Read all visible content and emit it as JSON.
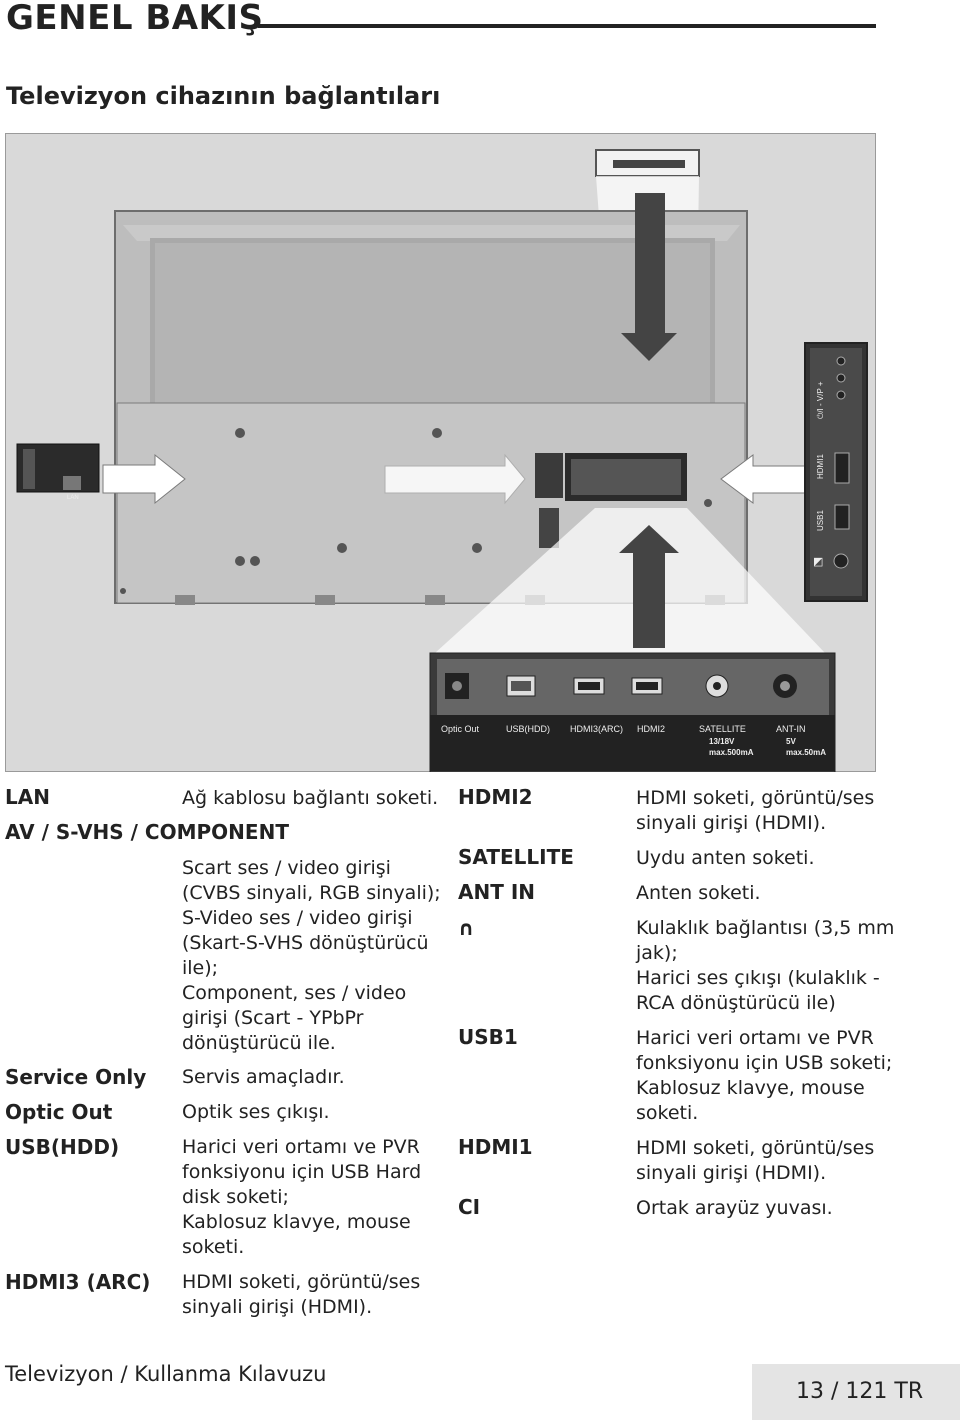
{
  "header": {
    "title": "GENEL BAKIŞ",
    "section": "Televizyon cihazının bağlantıları"
  },
  "figure": {
    "panel_labels": {
      "lan": "LAN",
      "usb1": "USB1",
      "hdmi1": "HDMI1",
      "vp": "⏻/I  -  V/P  +"
    },
    "ports": [
      {
        "label": "Optic Out",
        "sub": []
      },
      {
        "label": "USB(HDD)",
        "sub": []
      },
      {
        "label": "HDMI3(ARC)",
        "sub": []
      },
      {
        "label": "HDMI2",
        "sub": []
      },
      {
        "label": "SATELLITE",
        "sub": [
          "13/18V",
          "max.500mA"
        ]
      },
      {
        "label": "ANT-IN",
        "sub": [
          "5V",
          "max.50mA"
        ]
      }
    ]
  },
  "left_column": [
    {
      "label": "LAN",
      "desc": [
        "Ağ kablosu bağlantı soketi."
      ]
    },
    {
      "label": "AV / S-VHS / COMPONENT",
      "desc": [
        "Scart ses / video girişi",
        "(CVBS sinyali, RGB sinyali);",
        "S-Video ses / video girişi",
        "(Skart-S-VHS dönüştürücü",
        "ile);",
        "Component, ses / video",
        "girişi (Scart - YPbPr",
        "dönüştürücü ile."
      ]
    },
    {
      "label": "Service Only",
      "desc": [
        "Servis amaçladır."
      ]
    },
    {
      "label": "Optic Out",
      "desc": [
        "Optik ses çıkışı."
      ]
    },
    {
      "label": "USB(HDD)",
      "desc": [
        "Harici veri ortamı ve PVR",
        "fonksiyonu için USB Hard",
        "disk soketi;",
        "Kablosuz klavye, mouse",
        "soketi."
      ]
    },
    {
      "label": "HDMI3 (ARC)",
      "desc": [
        "HDMI soketi, görüntü/ses",
        "sinyali girişi (HDMI)."
      ]
    }
  ],
  "right_column": [
    {
      "label": "HDMI2",
      "desc": [
        "HDMI soketi, görüntü/ses",
        "sinyali girişi (HDMI)."
      ]
    },
    {
      "label": "SATELLITE",
      "desc": [
        "Uydu anten soketi."
      ]
    },
    {
      "label": "ANT IN",
      "desc": [
        "Anten soketi."
      ]
    },
    {
      "label": "",
      "icon": "headphone-icon",
      "desc": [
        "Kulaklık bağlantısı (3,5 mm",
        "jak);",
        "Harici ses çıkışı (kulaklık -",
        "RCA dönüştürücü ile)"
      ]
    },
    {
      "label": "USB1",
      "desc": [
        "Harici veri ortamı ve PVR",
        "fonksiyonu için USB soketi;",
        "Kablosuz klavye, mouse",
        "soketi."
      ]
    },
    {
      "label": "HDMI1",
      "desc": [
        "HDMI soketi, görüntü/ses",
        "sinyali girişi (HDMI)."
      ]
    },
    {
      "label": "CI",
      "desc": [
        "Ortak arayüz yuvası."
      ]
    }
  ],
  "footer": {
    "manual": "Televizyon / Kullanma Kılavuzu",
    "page": "13 / 121  TR"
  }
}
